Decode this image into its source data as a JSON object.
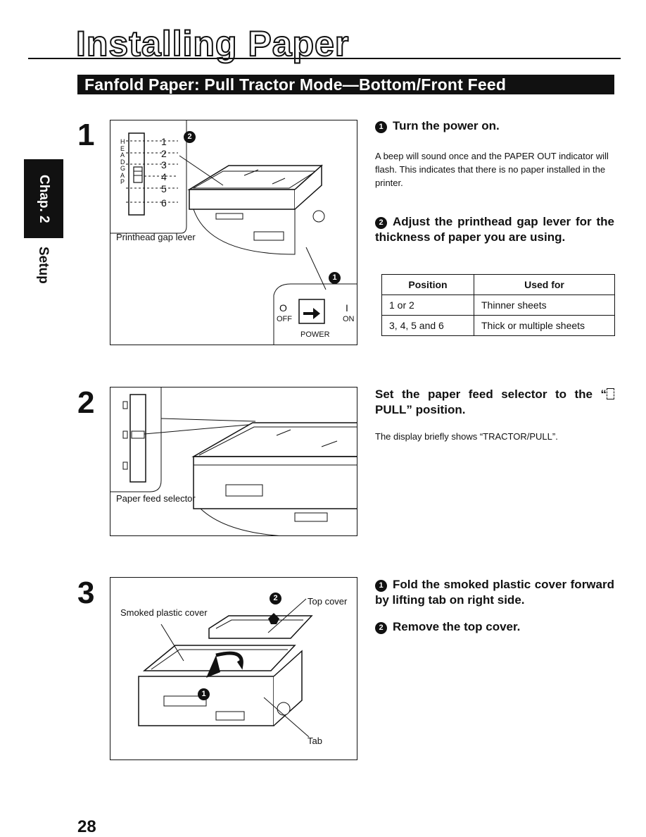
{
  "page": {
    "title": "Installing Paper",
    "section_heading": "Fanfold Paper: Pull Tractor Mode—Bottom/Front Feed",
    "side_tab": "Chap. 2",
    "side_label": "Setup",
    "page_number": "28"
  },
  "step1": {
    "number": "1",
    "figure": {
      "lever_label": "Printhead gap lever",
      "lever_letters": [
        "H",
        "E",
        "A",
        "D",
        "G",
        "A",
        "P"
      ],
      "lever_numbers": [
        "1",
        "2",
        "3",
        "4",
        "5",
        "6"
      ],
      "callout_1": "1",
      "callout_2": "2",
      "power_off_symbol": "O",
      "power_off": "OFF",
      "power_on_symbol": "I",
      "power_on": "ON",
      "power_label": "POWER"
    },
    "instruction_1": {
      "marker": "1",
      "text": "Turn the power on."
    },
    "note_1": "A beep will sound once and the PAPER OUT indicator will flash. This indicates that there is no paper installed in the printer.",
    "instruction_2": {
      "marker": "2",
      "text": "Adjust the printhead gap lever for the thickness of paper you are using."
    },
    "table": {
      "headers": [
        "Position",
        "Used for"
      ],
      "rows": [
        [
          "1 or 2",
          "Thinner sheets"
        ],
        [
          "3, 4, 5 and 6",
          "Thick or multiple sheets"
        ]
      ]
    }
  },
  "step2": {
    "number": "2",
    "figure": {
      "selector_label": "Paper feed selector"
    },
    "instruction": {
      "before": "Set the paper feed selector to the “",
      "after": " PULL” position."
    },
    "note": "The display briefly shows “TRACTOR/PULL”."
  },
  "step3": {
    "number": "3",
    "figure": {
      "smoked_label": "Smoked plastic cover",
      "top_cover_label": "Top cover",
      "tab_label": "Tab",
      "callout_1": "1",
      "callout_2": "2"
    },
    "instruction_1": {
      "marker": "1",
      "text": "Fold the smoked plastic cover forward by lifting tab on right side."
    },
    "instruction_2": {
      "marker": "2",
      "text": "Remove the top cover."
    }
  }
}
